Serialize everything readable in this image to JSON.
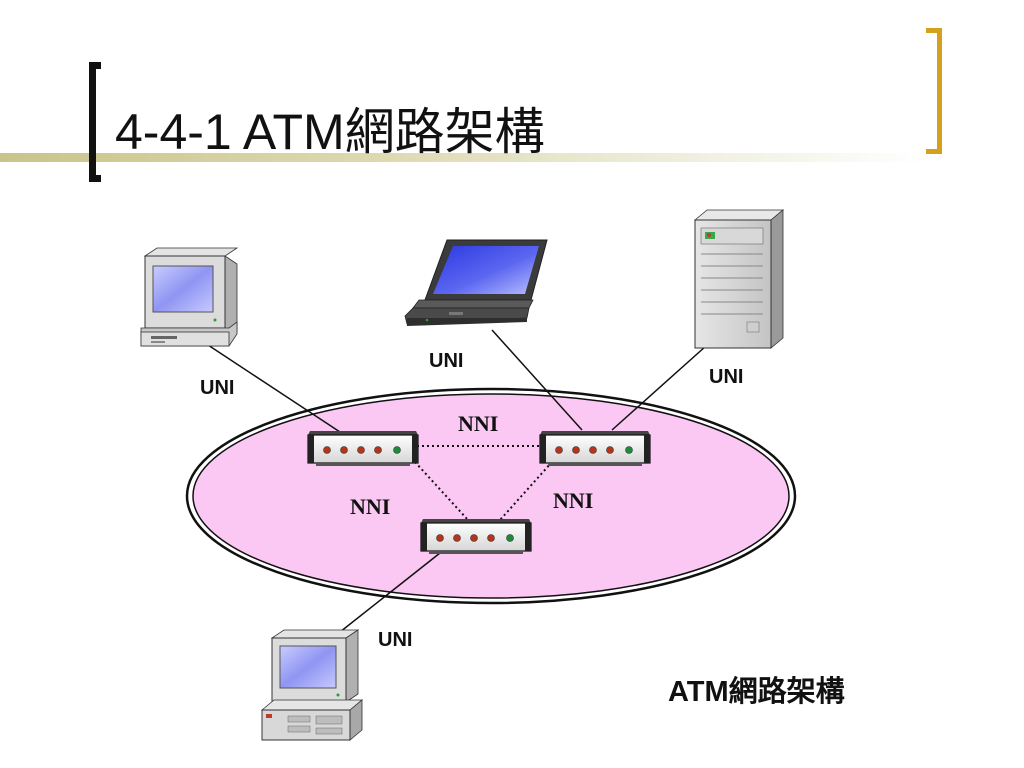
{
  "slide": {
    "title": "4-4-1  ATM網路架構",
    "caption": "ATM網路架構"
  },
  "diagram": {
    "labels": {
      "uni_top_left": "UNI",
      "uni_laptop": "UNI",
      "uni_server": "UNI",
      "uni_bottom": "UNI",
      "nni_top": "NNI",
      "nni_left": "NNI",
      "nni_right": "NNI"
    },
    "devices": [
      "desktop-computer-icon",
      "laptop-icon",
      "server-tower-icon",
      "desktop-workstation-icon"
    ],
    "switches": [
      "atm-switch-left",
      "atm-switch-right",
      "atm-switch-bottom"
    ],
    "colors": {
      "network_fill": "#fbc8f4",
      "bracket_accent": "#d4a11c",
      "screen_blue": "#4d57e8"
    }
  }
}
